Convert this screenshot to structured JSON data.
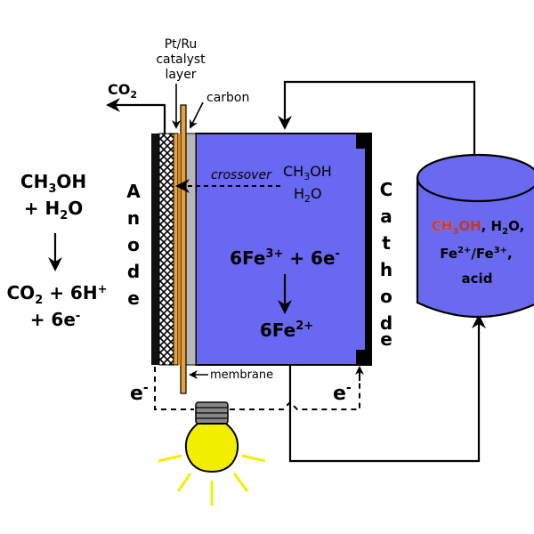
{
  "labels": {
    "catalyst_line1": "Pt/Ru",
    "catalyst_line2": "catalyst",
    "catalyst_line3": "layer",
    "carbon": "carbon",
    "co2": "CO",
    "co2_sub": "2",
    "membrane": "membrane",
    "crossover": "crossover"
  },
  "anode": {
    "letters": [
      "A",
      "n",
      "o",
      "d",
      "e"
    ],
    "reaction_line1_a": "CH",
    "reaction_line1_sub": "3",
    "reaction_line1_b": "OH",
    "reaction_line2_a": "+ H",
    "reaction_line2_sub": "2",
    "reaction_line2_b": "O",
    "reaction_line3_a": "CO",
    "reaction_line3_sub": "2",
    "reaction_line3_b": " + 6H",
    "reaction_line3_sup": "+",
    "reaction_line4_a": "+ 6e",
    "reaction_line4_sup": "-"
  },
  "cathode": {
    "letters": [
      "C",
      "a",
      "t",
      "h",
      "o",
      "d",
      "e"
    ],
    "reaction_line1_a": "6Fe",
    "reaction_line1_sup": "3+",
    "reaction_line1_b": " + 6e",
    "reaction_line1_sup2": "-",
    "reaction_line2_a": "6Fe",
    "reaction_line2_sup": "2+"
  },
  "crossover_species": {
    "line1_a": "CH",
    "line1_sub": "3",
    "line1_b": "OH",
    "line2_a": "H",
    "line2_sub": "2",
    "line2_b": "O"
  },
  "electrons": {
    "left_a": "e",
    "left_sup": "-",
    "right_a": "e",
    "right_sup": "-"
  },
  "tank": {
    "line1_ch": "CH",
    "line1_sub": "3",
    "line1_oh": "OH",
    "line1_rest_a": ", H",
    "line1_rest_sub": "2",
    "line1_rest_b": "O,",
    "line2_a": "Fe",
    "line2_sup": "2+",
    "line2_b": "/Fe",
    "line2_sup2": "3+",
    "line2_c": ",",
    "line3": "acid"
  },
  "colors": {
    "electrolyte": "#6868f2",
    "tank_fill": "#6a6af0",
    "catalyst_orange": "#e8a23a",
    "membrane_gray": "#b8b8b8",
    "methanol_highlight": "#c0392b",
    "bulb_yellow": "#f2ee00"
  }
}
